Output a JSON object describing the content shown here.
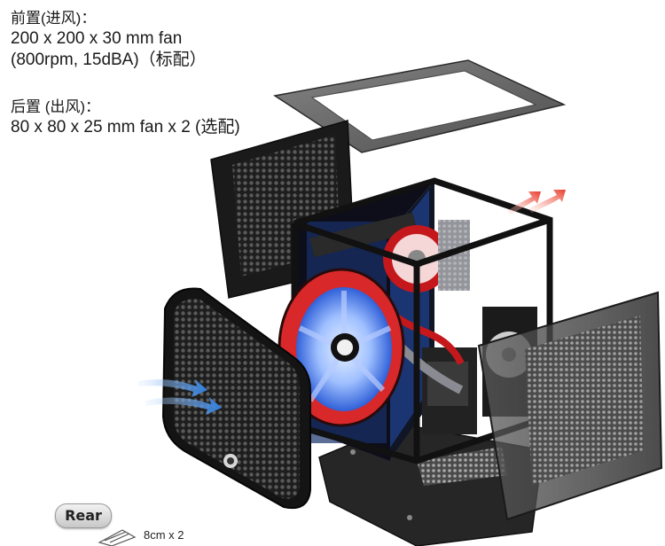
{
  "front_spec": {
    "title": "前置(进风)：",
    "line1": "200 x 200 x 30 mm fan",
    "line2": "(800rpm, 15dBA)（标配）"
  },
  "rear_spec": {
    "title": "后置 (出风)：",
    "line1": "80 x 80 x 25 mm fan x 2 (选配)"
  },
  "rear_badge": "Rear",
  "fan_note": "8cm x 2",
  "colors": {
    "panel_dark": "#1c1c1c",
    "fan_red": "#d8282a",
    "fan_blue": "#3b7bff",
    "airflow_in": "#2f7fe0",
    "airflow_out": "#e83a2a"
  }
}
